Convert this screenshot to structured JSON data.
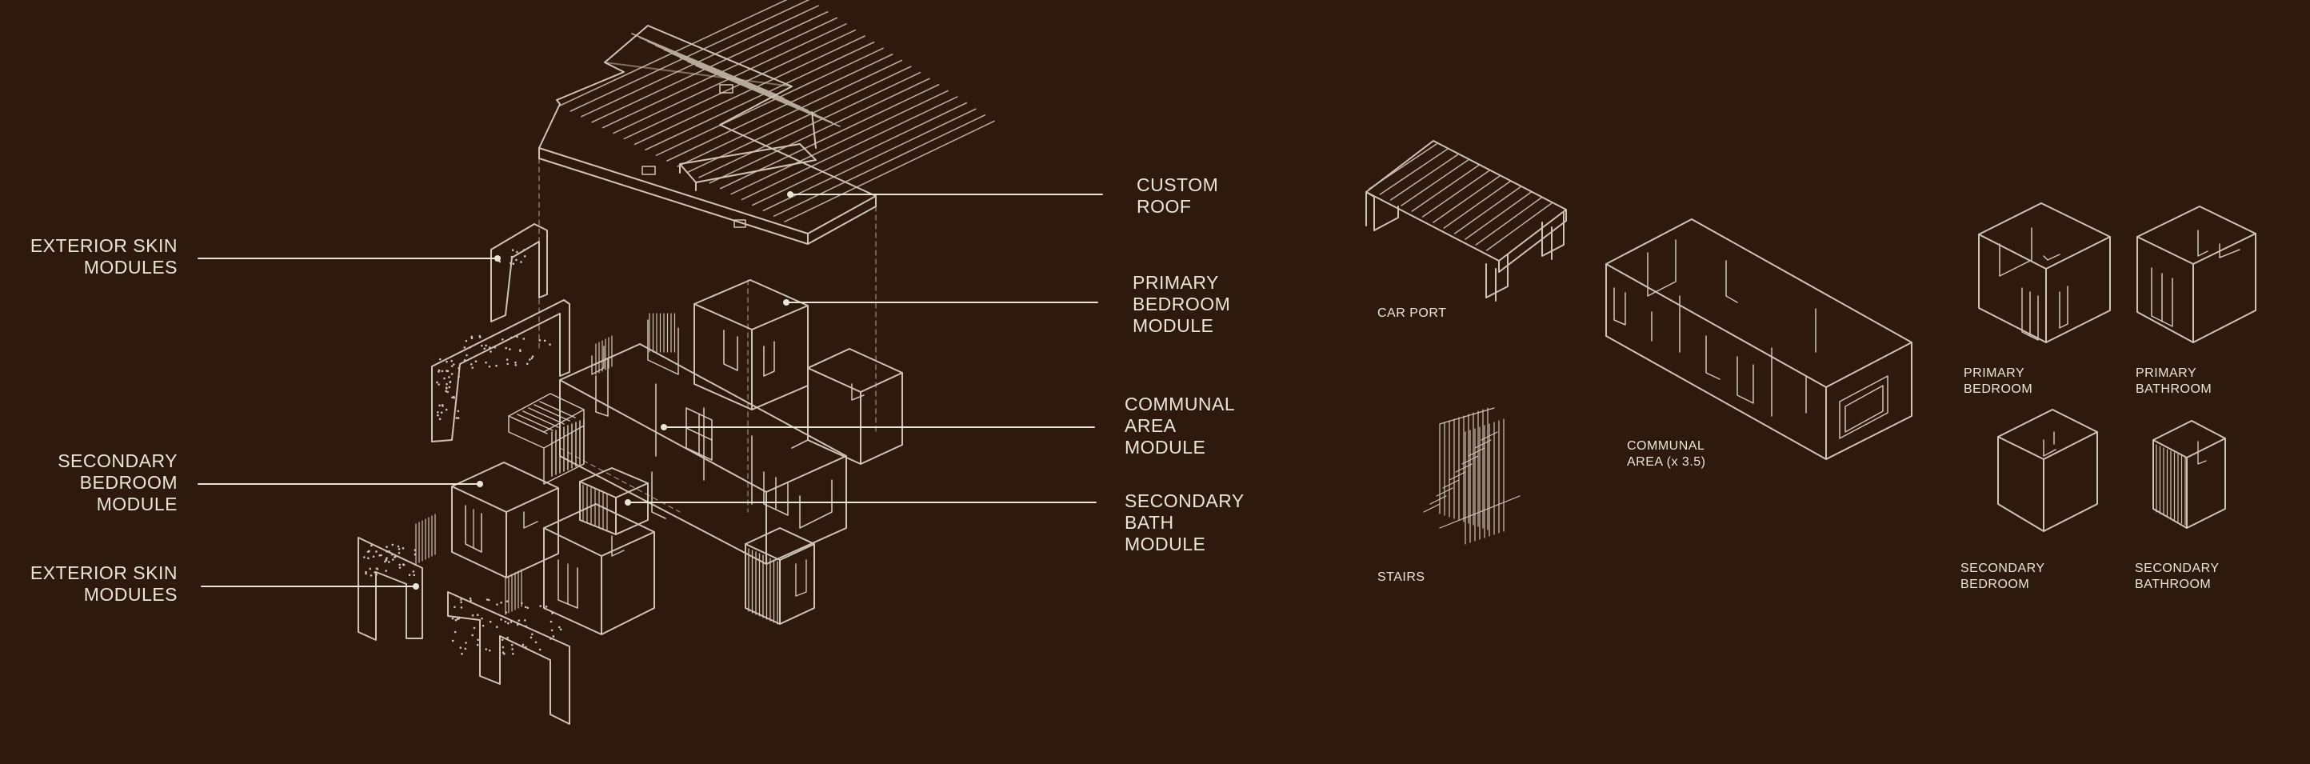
{
  "colors": {
    "background": "#2d190d",
    "linework": "#cfc3b6",
    "label_text": "#ece4d9",
    "leader_line": "#ece4d9"
  },
  "callouts": {
    "exterior_skin_top": [
      "EXTERIOR SKIN",
      "MODULES"
    ],
    "secondary_bedroom": [
      "SECONDARY",
      "BEDROOM",
      "MODULE"
    ],
    "exterior_skin_bottom": [
      "EXTERIOR SKIN",
      "MODULES"
    ],
    "custom_roof": [
      "CUSTOM",
      "ROOF"
    ],
    "primary_bedroom": [
      "PRIMARY",
      "BEDROOM",
      "MODULE"
    ],
    "communal_area": [
      "COMMUNAL",
      "AREA",
      "MODULE"
    ],
    "secondary_bath": [
      "SECONDARY",
      "BATH",
      "MODULE"
    ]
  },
  "components": {
    "car_port": "CAR PORT",
    "stairs": "STAIRS",
    "communal_area_line1": "COMMUNAL",
    "communal_area_line2": "AREA",
    "communal_area_qty": "(x 3.5)",
    "primary_bedroom": [
      "PRIMARY",
      "BEDROOM"
    ],
    "primary_bathroom": [
      "PRIMARY",
      "BATHROOM"
    ],
    "secondary_bedroom": [
      "SECONDARY",
      "BEDROOM"
    ],
    "secondary_bathroom": [
      "SECONDARY",
      "BATHROOM"
    ]
  }
}
